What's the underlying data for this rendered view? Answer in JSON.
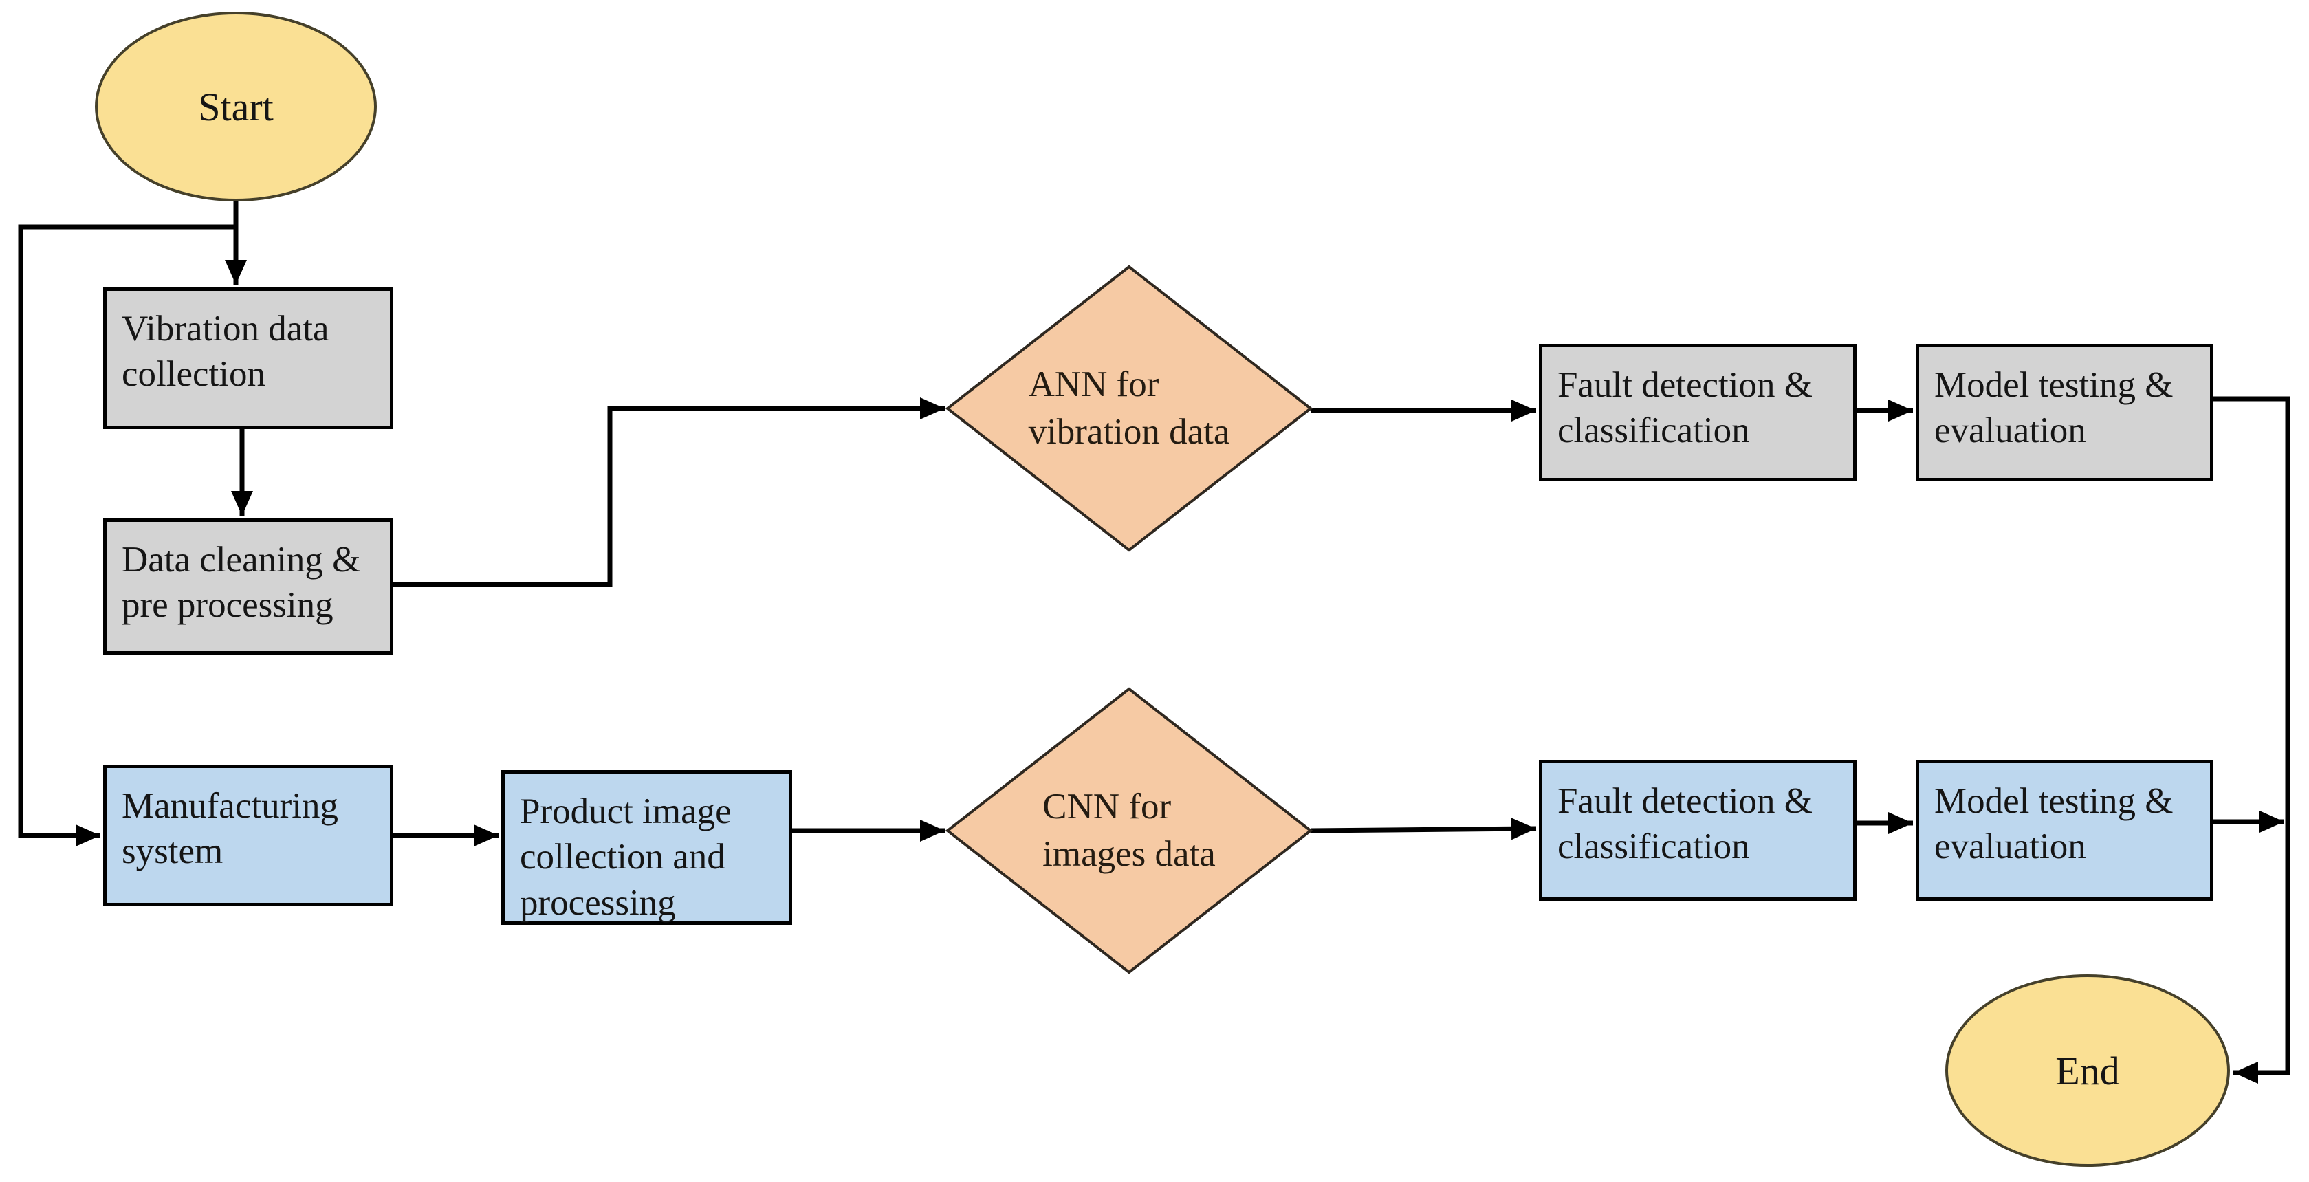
{
  "figure": {
    "type": "flowchart",
    "background": "#ffffff",
    "description_note": ""
  },
  "colors": {
    "terminal_fill": "#fae094",
    "terminal_border": "#45402a",
    "process_gray_fill": "#d3d3d3",
    "process_blue_fill": "#bdd7ee",
    "decision_fill": "#f6caa4",
    "box_border": "#000000",
    "line": "#000000",
    "text": "#151515"
  },
  "nodes": {
    "start": {
      "label": "Start",
      "type": "terminal"
    },
    "vibration": {
      "label": "Vibration data\ncollection",
      "type": "process-gray"
    },
    "cleaning": {
      "label": "Data cleaning &\npre processing",
      "type": "process-gray"
    },
    "ann": {
      "label": "ANN for\nvibration data",
      "type": "decision"
    },
    "fault_top": {
      "label": "Fault detection &\nclassification",
      "type": "process-gray"
    },
    "model_top": {
      "label": "Model testing &\nevaluation",
      "type": "process-gray"
    },
    "manufacturing": {
      "label": "Manufacturing\nsystem",
      "type": "process-blue"
    },
    "product": {
      "label": "Product image\ncollection and\nprocessing",
      "type": "process-blue"
    },
    "cnn": {
      "label": "CNN for\nimages data",
      "type": "decision"
    },
    "fault_bottom": {
      "label": "Fault detection &\nclassification",
      "type": "process-blue"
    },
    "model_bottom": {
      "label": "Model testing &\nevaluation",
      "type": "process-blue"
    },
    "end": {
      "label": "End",
      "type": "terminal"
    }
  },
  "edges": [
    {
      "from": "start",
      "to": "vibration"
    },
    {
      "from": "start",
      "to": "manufacturing"
    },
    {
      "from": "vibration",
      "to": "cleaning"
    },
    {
      "from": "cleaning",
      "to": "ann"
    },
    {
      "from": "ann",
      "to": "fault_top"
    },
    {
      "from": "fault_top",
      "to": "model_top"
    },
    {
      "from": "model_top",
      "to": "end"
    },
    {
      "from": "manufacturing",
      "to": "product"
    },
    {
      "from": "product",
      "to": "cnn"
    },
    {
      "from": "cnn",
      "to": "fault_bottom"
    },
    {
      "from": "fault_bottom",
      "to": "model_bottom"
    },
    {
      "from": "model_bottom",
      "to": "end"
    }
  ]
}
